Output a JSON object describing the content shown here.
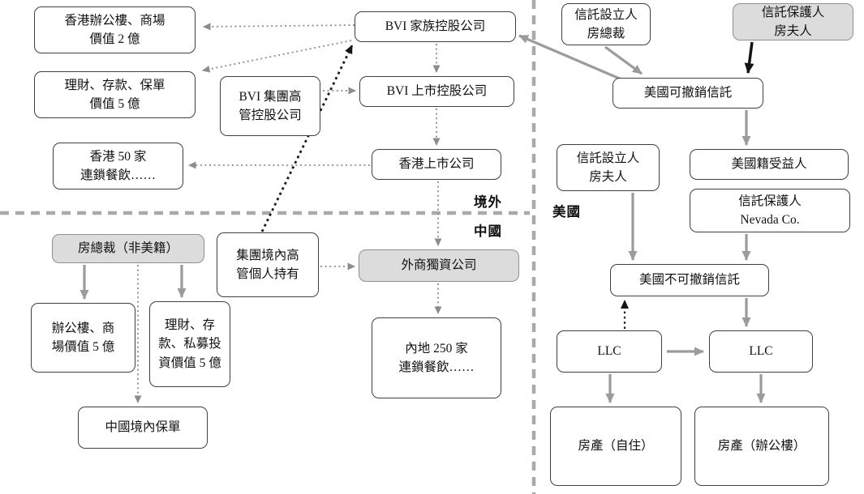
{
  "regions": {
    "offshore": "境外",
    "china": "中國",
    "usa": "美國"
  },
  "nodes": {
    "hk_office_mall": "香港辦公樓、商場\n價值 2 億",
    "wealth_deposit_policy": "理財、存款、保單\n價值 5 億",
    "bvi_exec_holdco": "BVI 集團高\n管控股公司",
    "bvi_family_holdco": "BVI 家族控股公司",
    "bvi_listed_holdco": "BVI 上市控股公司",
    "hk_50_restaurants": "香港 50 家\n連鎖餐飲……",
    "hk_listed_co": "香港上市公司",
    "trust_settlor_ceo": "信託設立人\n房總裁",
    "trust_protector_wife": "信託保護人\n房夫人",
    "us_revocable_trust": "美國可撤銷信託",
    "trust_settlor_wife": "信託設立人\n房夫人",
    "us_beneficiary": "美國籍受益人",
    "trust_protector_nevada": "信託保護人\nNevada Co.",
    "ceo_non_us": "房總裁（非美籍）",
    "group_domestic_exec": "集團境內高\n管個人持有",
    "wfoe": "外商獨資公司",
    "us_irrevocable_trust": "美國不可撤銷信託",
    "office_mall_5": "辦公樓、商\n場價值 5 億",
    "wealth_pe_5": "理財、存\n款、私募投\n資價值 5 億",
    "mainland_250": "內地 250 家\n連鎖餐飲……",
    "llc_left": "LLC",
    "llc_right": "LLC",
    "china_policy": "中國境內保單",
    "property_self": "房產（自住）",
    "property_office": "房產（辦公樓）"
  },
  "colors": {
    "box_border": "#3f3f3f",
    "gray_fill": "#dcdcdc",
    "arrow_gray": "#9b9b9b",
    "arrow_black": "#141414",
    "arrow_dotted": "#8c8c8c",
    "divider": "#a9a9a9"
  }
}
